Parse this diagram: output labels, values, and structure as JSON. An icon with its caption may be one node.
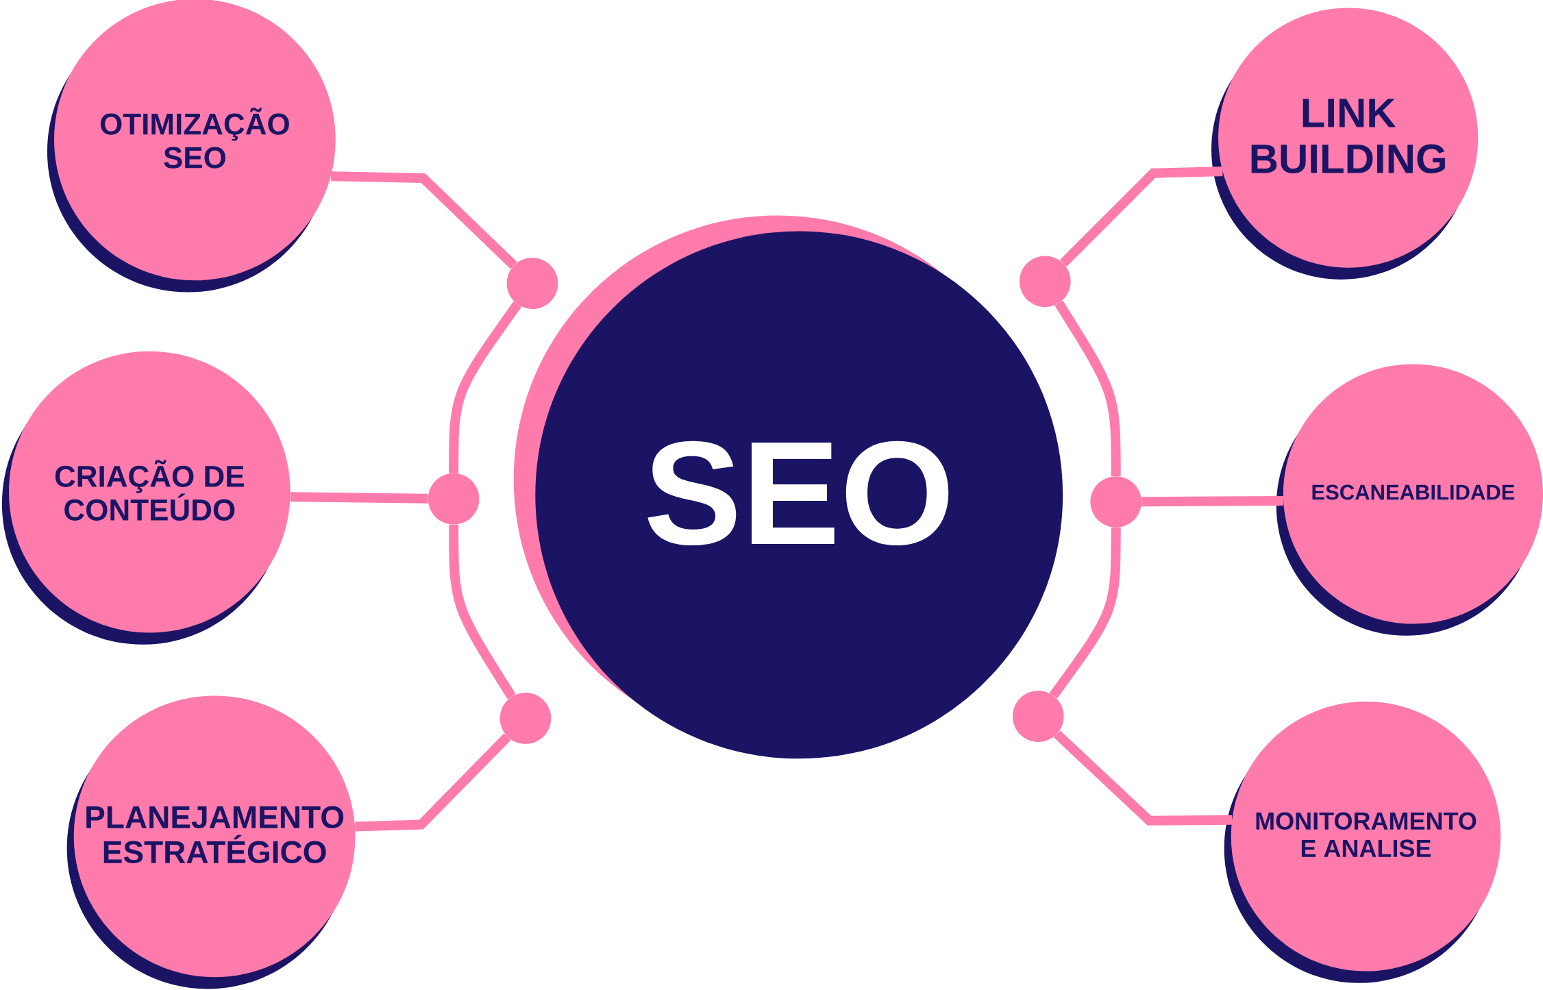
{
  "diagram": {
    "nodes": [
      {
        "text": [
          "SEO"
        ]
      },
      {
        "text": [
          "OTIMIZAÇÃO SEO"
        ]
      },
      {
        "text": [
          "CRIAÇÃO DE CONTEÚDO"
        ]
      },
      {
        "text": [
          "PLANEJAMENTO ESTRATÉGICO"
        ]
      },
      {
        "text": [
          "LINK BUILDING"
        ]
      },
      {
        "text": [
          "ESCANEABILIDADE"
        ]
      },
      {
        "text": [
          "MONITORAMENTO E ANALISE"
        ]
      },
      {
        "text": [],
        "shape": "circle"
      },
      {
        "text": [],
        "shape": "circle"
      },
      {
        "text": [],
        "shape": "circle"
      },
      {
        "text": [],
        "shape": "circle"
      },
      {
        "text": [],
        "shape": "circle"
      },
      {
        "text": [],
        "shape": "circle"
      }
    ],
    "edges": [
      {
        "from": 1,
        "to": 7,
        "arrow": "none"
      },
      {
        "from": 2,
        "to": 8,
        "arrow": "none"
      },
      {
        "from": 3,
        "to": 9,
        "arrow": "none"
      },
      {
        "from": 4,
        "to": 10,
        "arrow": "none"
      },
      {
        "from": 5,
        "to": 11,
        "arrow": "none"
      },
      {
        "from": 6,
        "to": 12,
        "arrow": "none"
      },
      {
        "from": 7,
        "to": 8,
        "arrow": "none"
      },
      {
        "from": 8,
        "to": 9,
        "arrow": "none"
      },
      {
        "from": 10,
        "to": 11,
        "arrow": "none"
      },
      {
        "from": 11,
        "to": 12,
        "arrow": "none"
      }
    ]
  }
}
